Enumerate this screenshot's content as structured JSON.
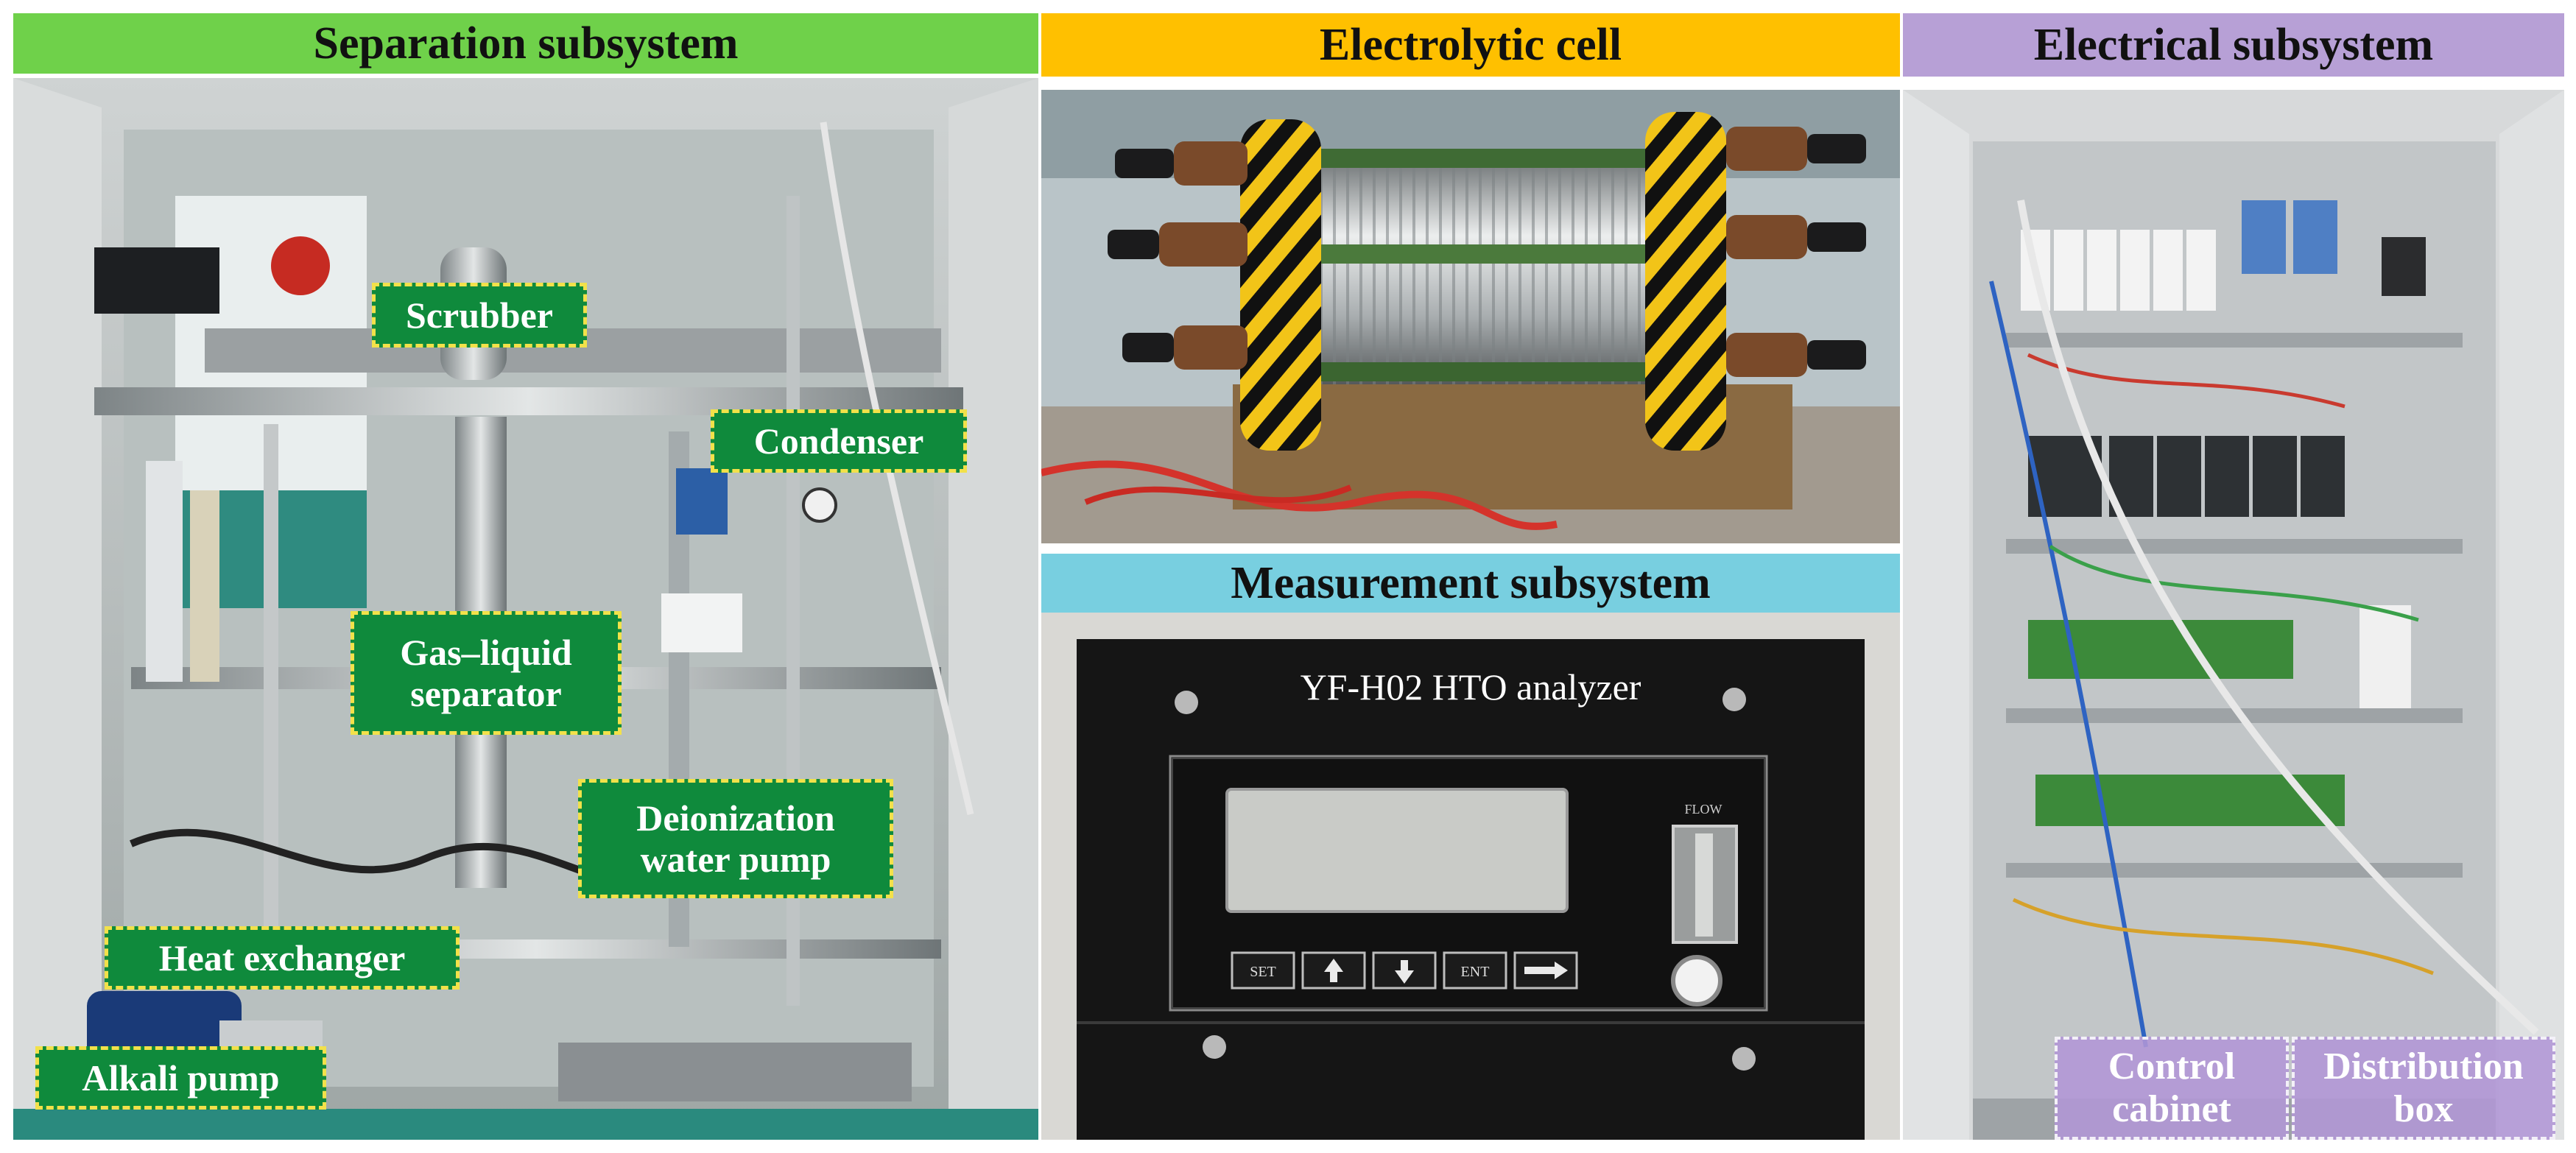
{
  "separation": {
    "title": "Separation subsystem",
    "labels": {
      "scrubber": "Scrubber",
      "condenser": "Condenser",
      "gas_liquid_separator": "Gas–liquid separator",
      "deionization_water_pump": "Deionization water pump",
      "heat_exchanger": "Heat exchanger",
      "alkali_pump": "Alkali pump"
    }
  },
  "electrolytic": {
    "title": "Electrolytic cell"
  },
  "measurement": {
    "title": "Measurement subsystem",
    "device_title": "YF-H02 HTO analyzer",
    "flow_label": "FLOW",
    "keys": {
      "set": "SET",
      "ent": "ENT"
    }
  },
  "electrical": {
    "title": "Electrical subsystem",
    "labels": {
      "control_cabinet": "Control cabinet",
      "distribution_box": "Distribution box"
    }
  },
  "colors": {
    "separation_header": "#6fd14a",
    "electrolytic_header": "#ffc000",
    "measurement_header": "#78cfe0",
    "electrical_header": "#b7a0d6",
    "label_fill": "#0f8a3c",
    "label_border": "#f2e14a"
  }
}
